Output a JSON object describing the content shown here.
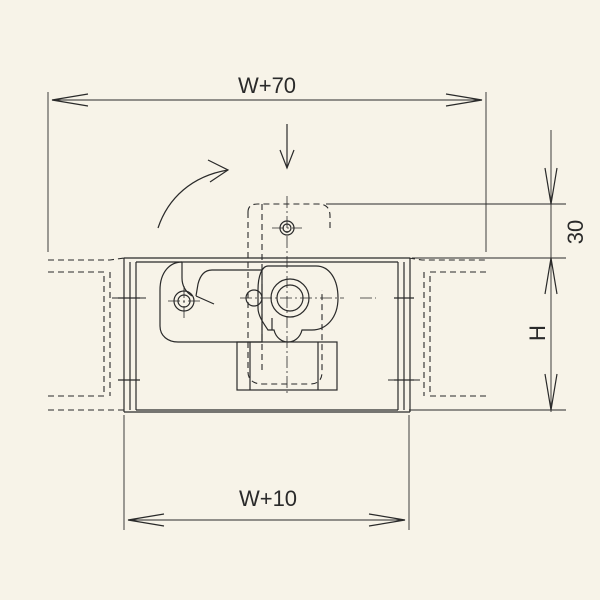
{
  "dimensions": {
    "top_width": "W+70",
    "bottom_width": "W+10",
    "right_offset": "30",
    "height": "H"
  },
  "colors": {
    "background": "#f7f3e8",
    "line": "#2a2a2a"
  }
}
